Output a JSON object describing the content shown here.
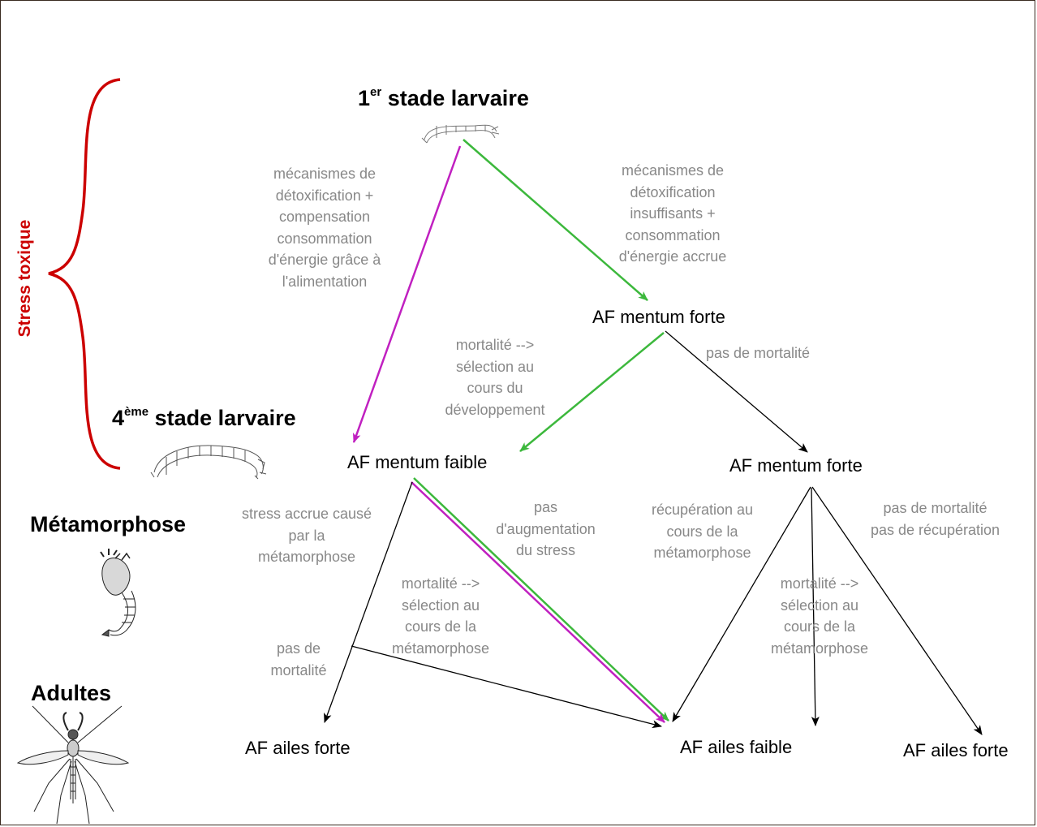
{
  "brace_label": "Stress toxique",
  "stages": {
    "stage1_num": "1",
    "stage1_sup": "er",
    "stage1_rest": " stade larvaire",
    "stage4_num": "4",
    "stage4_sup": "ème",
    "stage4_rest": " stade larvaire",
    "metamorphose": "Métamorphose",
    "adultes": "Adultes"
  },
  "nodes": {
    "af_mentum_forte_top": "AF mentum forte",
    "af_mentum_faible": "AF mentum faible",
    "af_mentum_forte_right": "AF mentum forte",
    "af_ailes_forte_left": "AF ailes forte",
    "af_ailes_faible": "AF ailes faible",
    "af_ailes_forte_right": "AF ailes forte"
  },
  "annotations": {
    "detox_compensation": "mécanismes de\ndétoxification +\ncompensation\nconsommation\nd'énergie grâce à\nl'alimentation",
    "detox_insuffisants": "mécanismes de\ndétoxification\ninsuffisants +\nconsommation\nd'énergie accrue",
    "mortalite_developpement": "mortalité -->\nsélection au\ncours du\ndéveloppement",
    "pas_de_mortalite_top": "pas de mortalité",
    "stress_accrue": "stress accrue causé\npar la\nmétamorphose",
    "pas_augmentation": "pas\nd'augmentation\ndu stress",
    "recuperation": "récupération au\ncours de la\nmétamorphose",
    "pas_mortalite_recuperation": "pas de mortalité\npas de récupération",
    "mortalite_metamorphose_left": "mortalité -->\nsélection au\ncours de la\nmétamorphose",
    "mortalite_metamorphose_right": "mortalité -->\nsélection au\ncours de la\nmétamorphose",
    "pas_de_mortalite_left": "pas de\nmortalité"
  },
  "colors": {
    "brace": "#cc0000",
    "green_path": "#3cb83c",
    "magenta_path": "#c020c0",
    "black_path": "#000000",
    "annotation_text": "#888888"
  },
  "icons": [
    "first-instar-larva-icon",
    "fourth-instar-larva-icon",
    "pupa-icon",
    "adult-mosquito-icon"
  ]
}
